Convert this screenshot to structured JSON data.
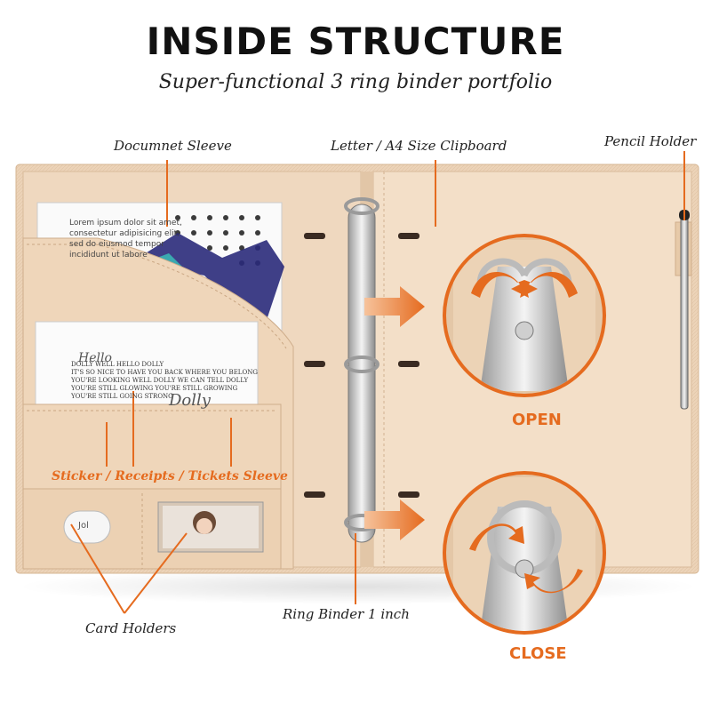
{
  "header": {
    "title": "INSIDE STRUCTURE",
    "subtitle": "Super-functional 3 ring binder portfolio"
  },
  "callouts": {
    "document_sleeve": "Documnet Sleeve",
    "clipboard": "Letter / A4 Size Clipboard",
    "pencil_holder": "Pencil Holder",
    "sticker_sleeve": "Sticker / Receipts / Tickets Sleeve",
    "card_holders": "Card Holders",
    "ring_binder": "Ring Binder 1 inch"
  },
  "insets": {
    "open_label": "OPEN",
    "close_label": "CLOSE"
  },
  "paper": {
    "lorem_lines": [
      "Lorem ipsum dolor sit amet,",
      "consectetur adipisicing elit,",
      "sed do eiusmod tempor",
      "incididunt ut labore"
    ],
    "hello_text": "Hello",
    "dolly_lines": [
      "DOLLY WELL HELLO DOLLY",
      "IT'S SO NICE TO HAVE YOU BACK WHERE YOU BELONG",
      "YOU'RE LOOKING WELL DOLLY WE CAN TELL DOLLY",
      "YOU'RE STILL GLOWING YOU'RE STILL GROWING",
      "YOU'RE STILL GOING STRONG"
    ],
    "dolly_script": "Dolly",
    "card_text": "Jol"
  },
  "colors": {
    "accent": "#e56b1f",
    "leather": "#e8cdb0",
    "binder": "#f3dcc2",
    "ink": "#2a2a7a",
    "teal": "#3aa9b0"
  }
}
